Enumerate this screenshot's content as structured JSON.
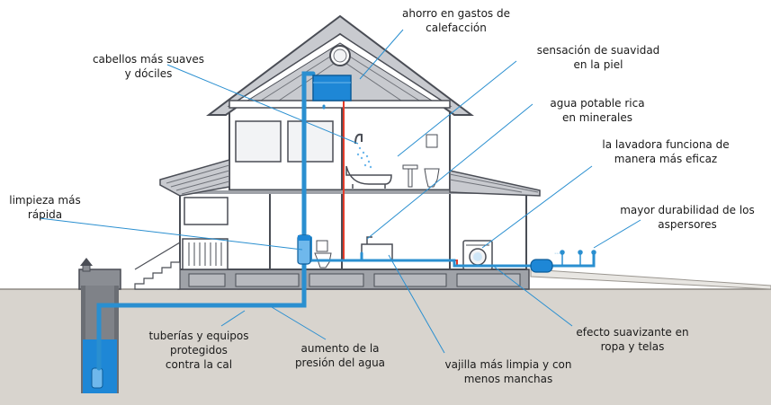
{
  "labels": {
    "heating_savings": [
      "ahorro en gastos de",
      "calefacción"
    ],
    "softer_hair": [
      "cabellos más suaves",
      "y dóciles"
    ],
    "skin_softness": [
      "sensación de suavidad",
      "en la piel"
    ],
    "mineral_water": [
      "agua potable rica",
      "en minerales"
    ],
    "washer_efficiency": [
      "la lavadora funciona de",
      "manera más eficaz"
    ],
    "faster_cleaning": [
      "limpieza más",
      "rápida"
    ],
    "sprinkler_durability": [
      "mayor durabilidad de los",
      "aspersores"
    ],
    "protected_pipes": [
      "tuberías y equipos",
      "protegidos",
      "contra la cal"
    ],
    "water_pressure": [
      "aumento de la",
      "presión del agua"
    ],
    "cleaner_dishes": [
      "vajilla más limpia y con",
      "menos manchas"
    ],
    "fabric_softening": [
      "efecto suavizante en",
      "ropa y telas"
    ]
  },
  "colors": {
    "cold_water": "#2a8fd0",
    "hot_water": "#e23b2a",
    "house_outline": "#4a4d55",
    "roof_fill": "#c8cacf",
    "ground": "#d8d4ce",
    "well_water": "#1e87d6"
  }
}
